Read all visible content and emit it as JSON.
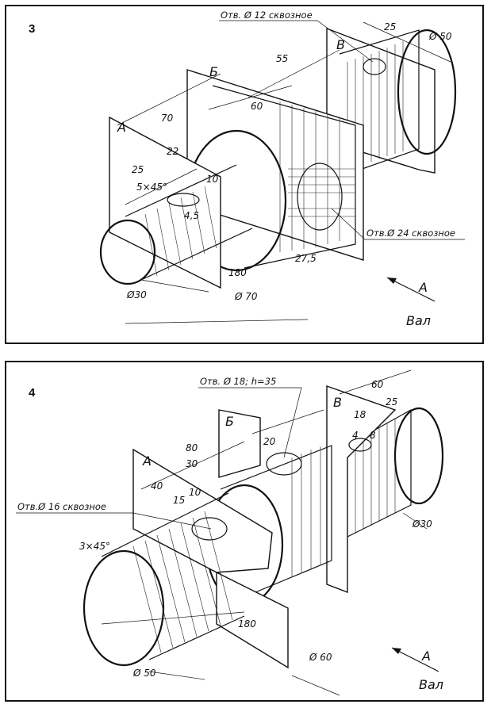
{
  "panel3": {
    "number": "3",
    "planes": {
      "a": "А",
      "b": "Б",
      "v": "В"
    },
    "notes": {
      "hole12": "Отв. Ø 12 сквозное",
      "hole24": "Отв.Ø 24 сквозное"
    },
    "dims": {
      "d25": "25",
      "d50": "Ø 50",
      "d55": "55",
      "d60": "60",
      "d70": "70",
      "d22": "22",
      "d25b": "25",
      "chamfer": "5×45°",
      "d10": "10",
      "d45": "4,5",
      "d180": "180",
      "d275": "27,5",
      "d30": "Ø30",
      "d70b": "Ø 70"
    },
    "arrow_label": "А",
    "title": "Вал"
  },
  "panel4": {
    "number": "4",
    "planes": {
      "a": "А",
      "b": "Б",
      "v": "В"
    },
    "notes": {
      "hole18": "Отв. Ø 18; h=35",
      "hole16": "Отв.Ø 16 сквозное"
    },
    "dims": {
      "d60": "60",
      "d25": "25",
      "d18": "18",
      "d4": "4",
      "d8": "8",
      "d80": "80",
      "d30": "30",
      "d20": "20",
      "d40": "40",
      "d15": "15",
      "d10": "10",
      "chamfer": "3×45°",
      "d30b": "Ø30",
      "d180": "180",
      "d60b": "Ø 60",
      "d50": "Ø 50"
    },
    "arrow_label": "А",
    "title": "Вал"
  }
}
